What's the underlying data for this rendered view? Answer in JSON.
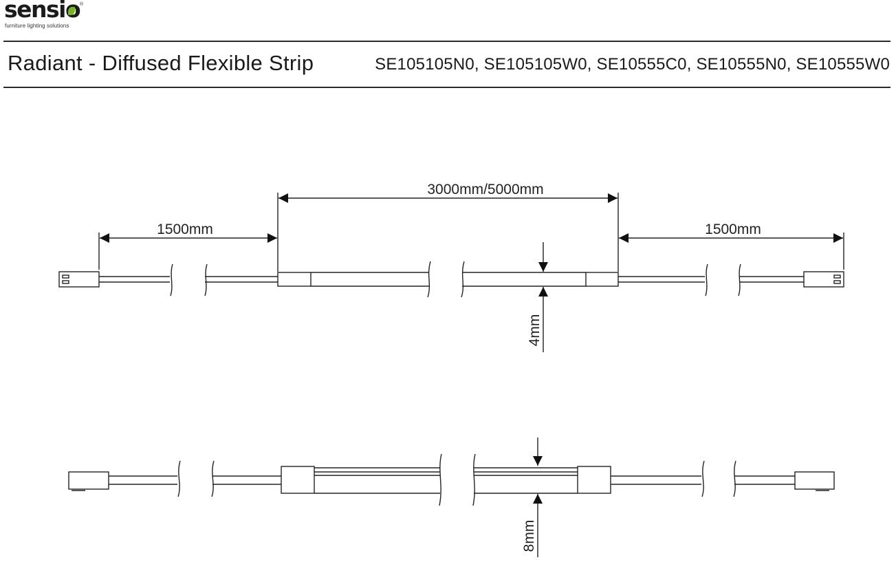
{
  "brand": {
    "name": "sensio",
    "tagline": "furniture lighting solutions",
    "registered_mark": "®",
    "accent_color": "#7ab527"
  },
  "header": {
    "title": "Radiant - Diffused Flexible Strip",
    "product_codes": "SE105105N0, SE105105W0, SE10555C0, SE10555N0, SE10555W0"
  },
  "diagram": {
    "lead_left_length": "1500mm",
    "strip_length": "3000mm/5000mm",
    "lead_right_length": "1500mm",
    "top_view_height": "4mm",
    "side_view_height": "8mm"
  }
}
